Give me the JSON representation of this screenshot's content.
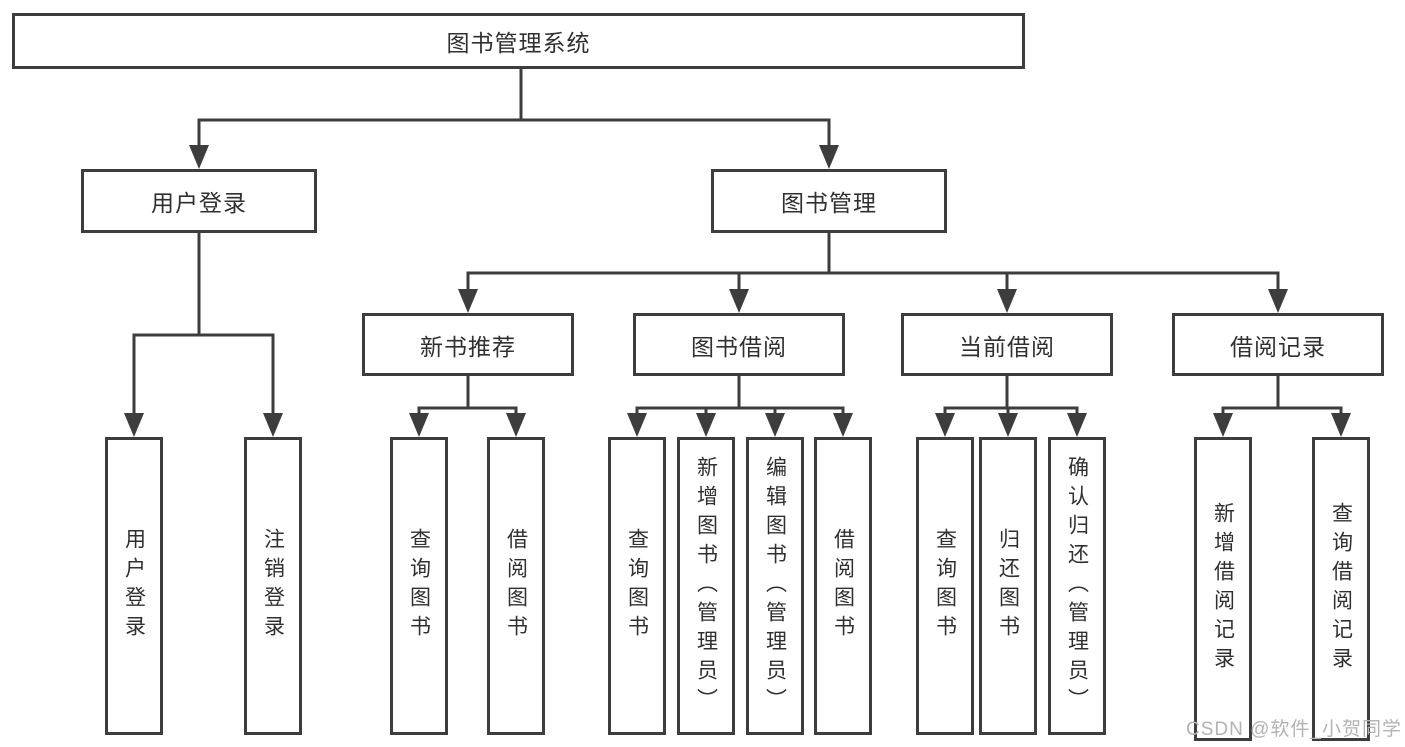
{
  "nodes": {
    "root": "图书管理系统",
    "user_login": "用户登录",
    "book_mgmt": "图书管理",
    "new_book_rec": "新书推荐",
    "book_borrow": "图书借阅",
    "current_borrow": "当前借阅",
    "borrow_records": "借阅记录",
    "login": "用户登录",
    "logout": "注销登录",
    "rec_query_book": "查询图书",
    "rec_borrow_book": "借阅图书",
    "bb_query_book": "查询图书",
    "bb_add_book": "新增图书（管理员）",
    "bb_edit_book": "编辑图书（管理员）",
    "bb_borrow_book": "借阅图书",
    "cb_query_book": "查询图书",
    "cb_return_book": "归还图书",
    "cb_confirm_return": "确认归还（管理员）",
    "br_add_record": "新增借阅记录",
    "br_query_record": "查询借阅记录"
  },
  "colors": {
    "line": "#3d3d3d",
    "text": "#303030",
    "watermark": "#b3b3b3"
  },
  "watermark": "CSDN @软件_小贺同学"
}
